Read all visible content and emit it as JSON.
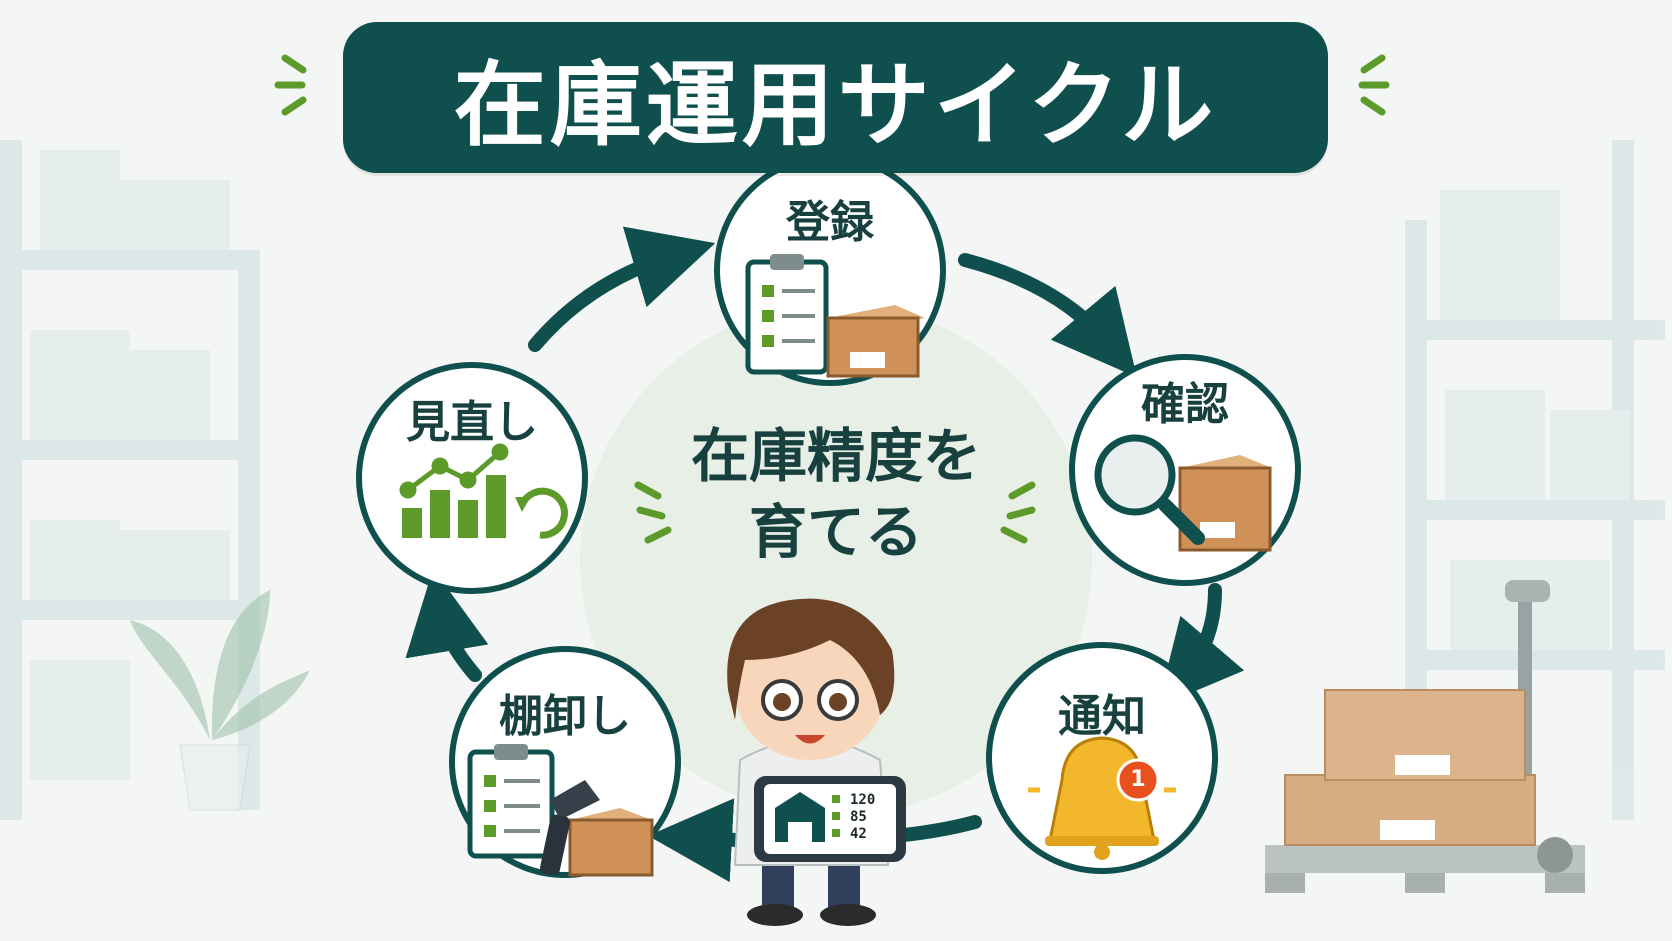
{
  "title": "在庫運用サイクル",
  "center": {
    "line1": "在庫精度を",
    "line2": "育てる"
  },
  "steps": [
    {
      "label": "登録"
    },
    {
      "label": "確認"
    },
    {
      "label": "通知"
    },
    {
      "label": "棚卸し"
    },
    {
      "label": "見直し"
    }
  ],
  "tablet": {
    "values": [
      "120",
      "85",
      "42"
    ]
  },
  "notification_badge": "1",
  "colors": {
    "primary": "#0f4f4d",
    "accent_green": "#5c9a2a",
    "box_brown": "#c98f55",
    "bell_yellow": "#f2b72b",
    "badge_red": "#e8501f",
    "background": "#f3f6f4"
  },
  "icons": {
    "register": [
      "clipboard-checklist-icon",
      "cardboard-box-icon"
    ],
    "confirm": [
      "magnifying-glass-icon",
      "cardboard-box-icon"
    ],
    "notify": [
      "bell-icon",
      "notification-badge-icon"
    ],
    "stocktake": [
      "clipboard-checklist-icon",
      "barcode-scanner-icon",
      "cardboard-box-icon"
    ],
    "review": [
      "bar-chart-icon",
      "trend-line-icon",
      "refresh-cycle-icon"
    ]
  }
}
